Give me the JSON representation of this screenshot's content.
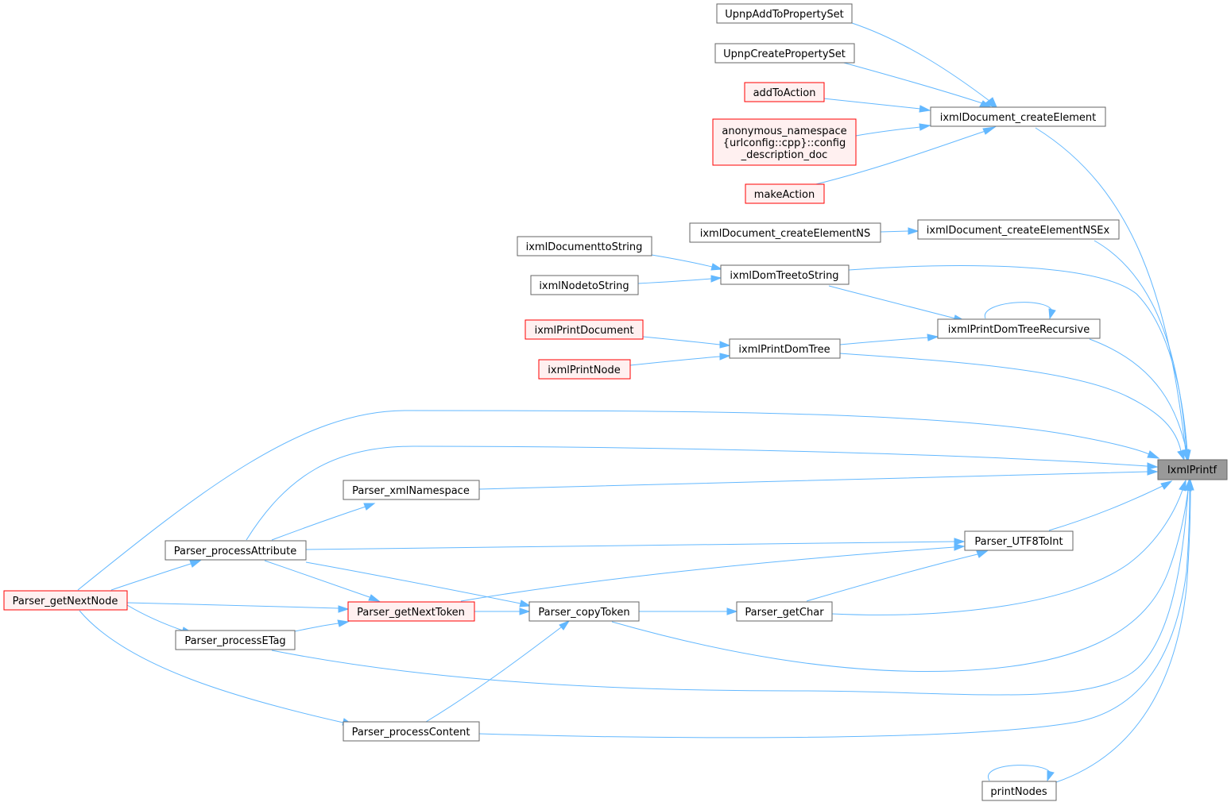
{
  "colors": {
    "edge": "#63b8ff",
    "normal_fill": "#ffffff",
    "normal_stroke": "#666666",
    "truncated_fill": "#fff0f0",
    "truncated_stroke": "#ff0000",
    "root_fill": "#999999",
    "root_stroke": "#666666"
  },
  "nodes": {
    "upnpAddToPropertySet": "UpnpAddToPropertySet",
    "upnpCreatePropertySet": "UpnpCreatePropertySet",
    "addToAction": "addToAction",
    "anonNamespace": [
      "anonymous_namespace",
      "{urlconfig::cpp}::config",
      "_description_doc"
    ],
    "makeAction": "makeAction",
    "ixmlDocumentCreateElement": "ixmlDocument_createElement",
    "ixmlDocumentCreateElementNS": "ixmlDocument_createElementNS",
    "ixmlDocumentCreateElementNSEx": "ixmlDocument_createElementNSEx",
    "ixmlDocumenttoString": "ixmlDocumenttoString",
    "ixmlNodetoString": "ixmlNodetoString",
    "ixmlDomTreetoString": "ixmlDomTreetoString",
    "ixmlPrintDomTreeRecursive": "ixmlPrintDomTreeRecursive",
    "ixmlPrintDocument": "ixmlPrintDocument",
    "ixmlPrintNode": "ixmlPrintNode",
    "ixmlPrintDomTree": "ixmlPrintDomTree",
    "ixmlPrintf": "IxmlPrintf",
    "parserXmlNamespace": "Parser_xmlNamespace",
    "parserProcessAttribute": "Parser_processAttribute",
    "parserUTF8ToInt": "Parser_UTF8ToInt",
    "parserGetNextNode": "Parser_getNextNode",
    "parserGetNextToken": "Parser_getNextToken",
    "parserCopyToken": "Parser_copyToken",
    "parserGetChar": "Parser_getChar",
    "parserProcessETag": "Parser_processETag",
    "parserProcessContent": "Parser_processContent",
    "printNodes": "printNodes"
  }
}
